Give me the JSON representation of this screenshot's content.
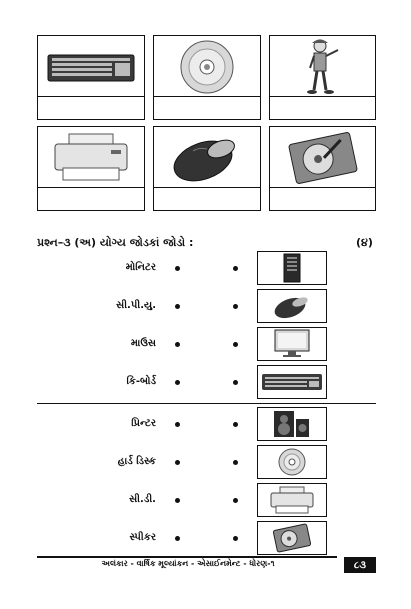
{
  "question": {
    "title": "પ્રશ્ન–૩ (અ) યોગ્ય જોડકાં જોડો :",
    "marks": "(૪)"
  },
  "grid_images": [
    {
      "icon": "keyboard-icon"
    },
    {
      "icon": "cd-disc-icon"
    },
    {
      "icon": "cartoon-man-icon"
    },
    {
      "icon": "printer-icon"
    },
    {
      "icon": "mouse-icon"
    },
    {
      "icon": "hard-disk-icon"
    }
  ],
  "match_rows": [
    {
      "label": "મોનિટર",
      "right_icon": "cpu-tower-icon"
    },
    {
      "label": "સી.પી.યુ.",
      "right_icon": "mouse-icon"
    },
    {
      "label": "માઉસ",
      "right_icon": "monitor-icon"
    },
    {
      "label": "કિ-બોર્ડ",
      "right_icon": "keyboard-icon"
    },
    {
      "label": "પ્રિન્ટર",
      "right_icon": "speaker-icon"
    },
    {
      "label": "હાર્ડ ડિસ્ક",
      "right_icon": "cd-disc-icon"
    },
    {
      "label": "સી.ડી.",
      "right_icon": "printer-icon"
    },
    {
      "label": "સ્પીકર",
      "right_icon": "hard-disk-icon"
    }
  ],
  "footer": {
    "text": "અલંકાર - વાર્ષિક મૂલ્યાંકન - એસાઈનમેન્ટ - ધોરણ-૧",
    "page": "૮૩"
  }
}
